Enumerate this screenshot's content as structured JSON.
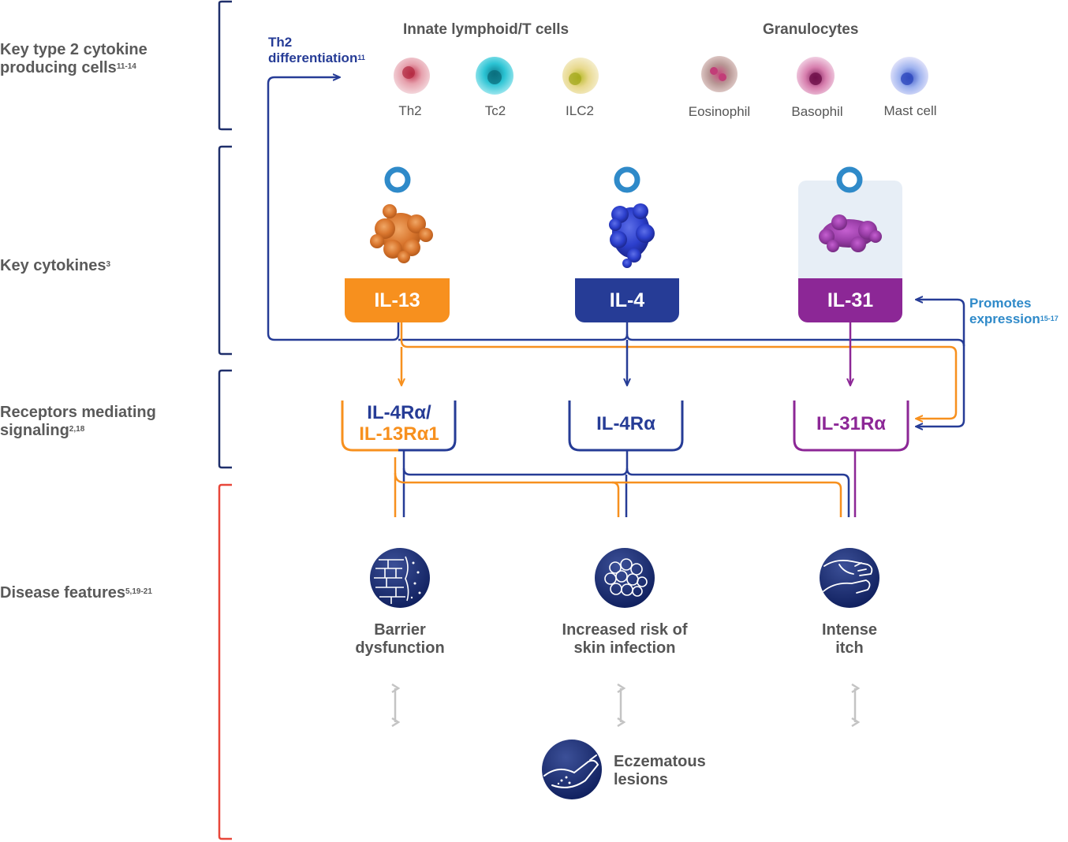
{
  "rows": {
    "cells": {
      "label": "Key type 2 cytokine producing cells",
      "ref": "11-14"
    },
    "cytokines": {
      "label": "Key cytokines",
      "ref": "3"
    },
    "receptors": {
      "label": "Receptors mediating signaling",
      "ref": "2,18"
    },
    "features": {
      "label": "Disease features",
      "ref": "5,19-21"
    }
  },
  "cell_groups": {
    "innate_title": "Innate lymphoid/T cells",
    "granulocytes_title": "Granulocytes",
    "cells": [
      "Th2",
      "Tc2",
      "ILC2",
      "Eosinophil",
      "Basophil",
      "Mast cell"
    ]
  },
  "notes": {
    "th2_line1": "Th2",
    "th2_line2": "differentiation",
    "th2_ref": "11",
    "promotes_line1": "Promotes",
    "promotes_line2": "expression",
    "promotes_ref": "15-17"
  },
  "cytokines": [
    {
      "label": "IL-13",
      "color": "#f7901e"
    },
    {
      "label": "IL-4",
      "color": "#263c96"
    },
    {
      "label": "IL-31",
      "color": "#8c2796"
    }
  ],
  "receptors": {
    "r1_line1": "IL-4Rα/",
    "r1_line2": "IL-13Rα1",
    "r2": "IL-4Rα",
    "r3": "IL-31Rα"
  },
  "features": {
    "barrier_1": "Barrier",
    "barrier_2": "dysfunction",
    "infection_1": "Increased risk of",
    "infection_2": "skin infection",
    "itch_1": "Intense",
    "itch_2": "itch",
    "lesions_1": "Eczematous",
    "lesions_2": "lesions"
  },
  "colors": {
    "navy": "#263c96",
    "orange": "#f7901e",
    "purple": "#8c2796",
    "red_bracket": "#e8473a",
    "dark_bracket": "#1f2f6b",
    "light_blue": "#2f8ac9",
    "grey_arrow": "#c4c4c4"
  },
  "icons": [
    "brick-wall-icon",
    "bacteria-cluster-icon",
    "scratching-hand-icon",
    "arm-lesion-icon"
  ]
}
